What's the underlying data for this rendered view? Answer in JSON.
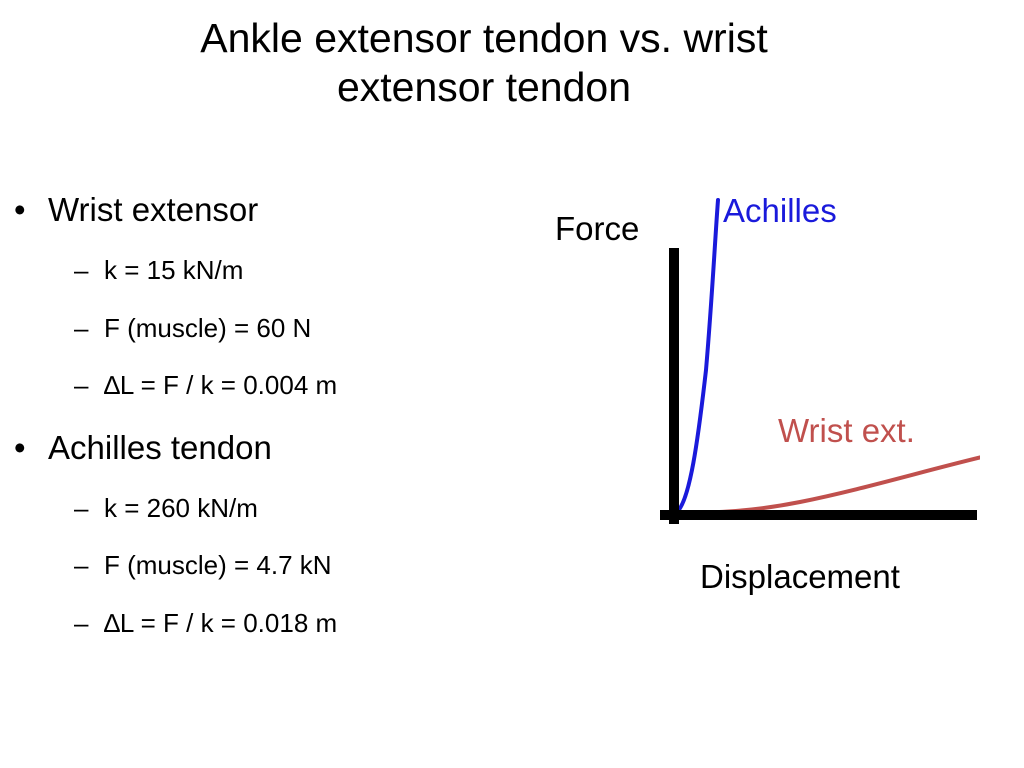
{
  "slide": {
    "title_line1": "Ankle extensor tendon vs. wrist",
    "title_line2": "extensor tendon"
  },
  "bullets": [
    {
      "mark": "•",
      "text": "Wrist extensor",
      "subs": [
        {
          "dash": "–",
          "text": "k = 15 kN/m"
        },
        {
          "dash": "–",
          "text": "F (muscle) = 60 N"
        },
        {
          "dash": "–",
          "text": "∆L = F / k = 0.004 m"
        }
      ]
    },
    {
      "mark": "•",
      "text": "Achilles tendon",
      "subs": [
        {
          "dash": "–",
          "text": "k = 260 kN/m"
        },
        {
          "dash": "–",
          "text": "F (muscle) = 4.7 kN"
        },
        {
          "dash": "–",
          "text": "∆L = F / k = 0.018 m"
        }
      ]
    }
  ],
  "diagram": {
    "y_label": "Force",
    "x_label": "Displacement",
    "curves": [
      {
        "name": "Achilles",
        "color": "#1a1adb"
      },
      {
        "name": "Wrist ext.",
        "color": "#c0504d"
      }
    ],
    "axis_color": "#000000"
  }
}
